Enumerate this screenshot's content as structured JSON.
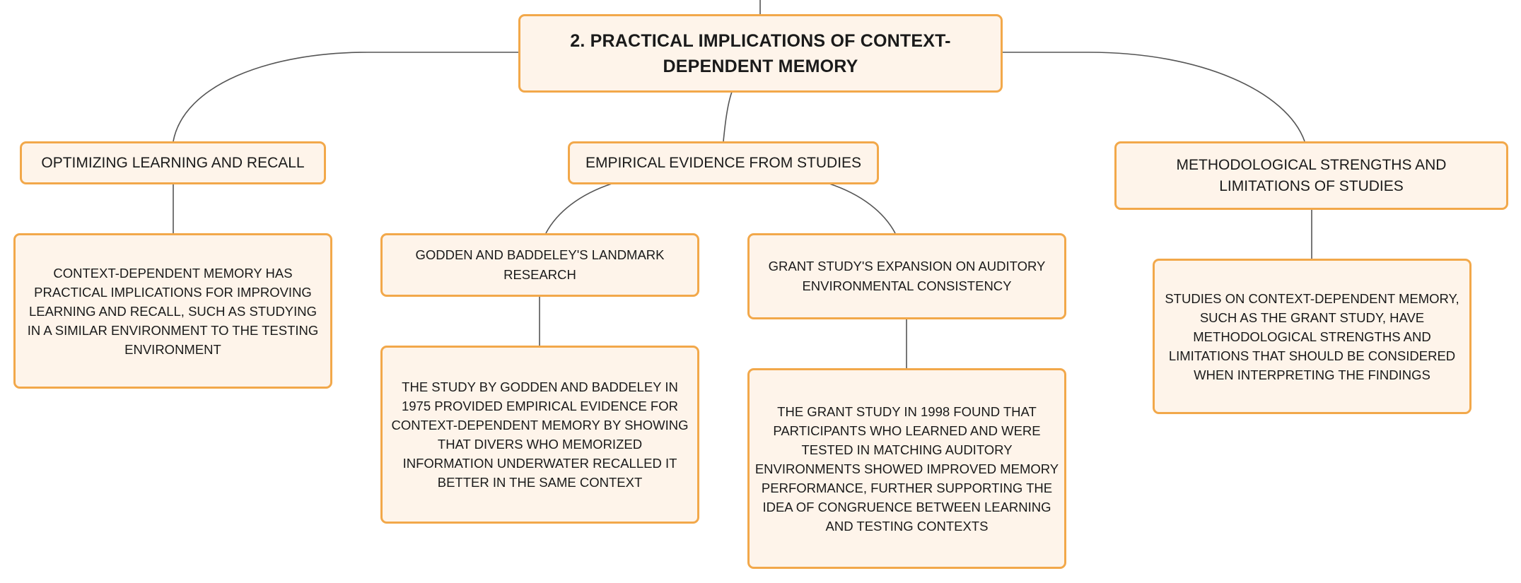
{
  "root": {
    "label": "2. PRACTICAL IMPLICATIONS OF CONTEXT-DEPENDENT MEMORY"
  },
  "branches": {
    "optimizing": {
      "label": "OPTIMIZING LEARNING AND RECALL",
      "detail": "CONTEXT-DEPENDENT MEMORY HAS PRACTICAL IMPLICATIONS FOR IMPROVING LEARNING AND RECALL, SUCH AS STUDYING IN A SIMILAR ENVIRONMENT TO THE TESTING ENVIRONMENT"
    },
    "empirical": {
      "label": "EMPIRICAL EVIDENCE FROM STUDIES",
      "godden": {
        "label": "GODDEN AND BADDELEY'S LANDMARK RESEARCH",
        "detail": "THE STUDY BY GODDEN AND BADDELEY IN 1975 PROVIDED EMPIRICAL EVIDENCE FOR CONTEXT-DEPENDENT MEMORY BY SHOWING THAT DIVERS WHO MEMORIZED INFORMATION UNDERWATER RECALLED IT BETTER IN THE SAME CONTEXT"
      },
      "grant": {
        "label": "GRANT STUDY'S EXPANSION ON AUDITORY ENVIRONMENTAL CONSISTENCY",
        "detail": "THE GRANT STUDY IN 1998 FOUND THAT PARTICIPANTS WHO LEARNED AND WERE TESTED IN MATCHING AUDITORY ENVIRONMENTS SHOWED IMPROVED MEMORY PERFORMANCE, FURTHER SUPPORTING THE IDEA OF CONGRUENCE BETWEEN LEARNING AND TESTING CONTEXTS"
      }
    },
    "methodological": {
      "label": "METHODOLOGICAL STRENGTHS AND LIMITATIONS OF STUDIES",
      "detail": "STUDIES ON CONTEXT-DEPENDENT MEMORY, SUCH AS THE GRANT STUDY, HAVE METHODOLOGICAL STRENGTHS AND LIMITATIONS THAT SHOULD BE CONSIDERED WHEN INTERPRETING THE FINDINGS"
    }
  },
  "colors": {
    "node_fill": "#fef4ea",
    "node_border": "#f2a84a",
    "connector": "#555555",
    "text": "#1a1a1a"
  }
}
